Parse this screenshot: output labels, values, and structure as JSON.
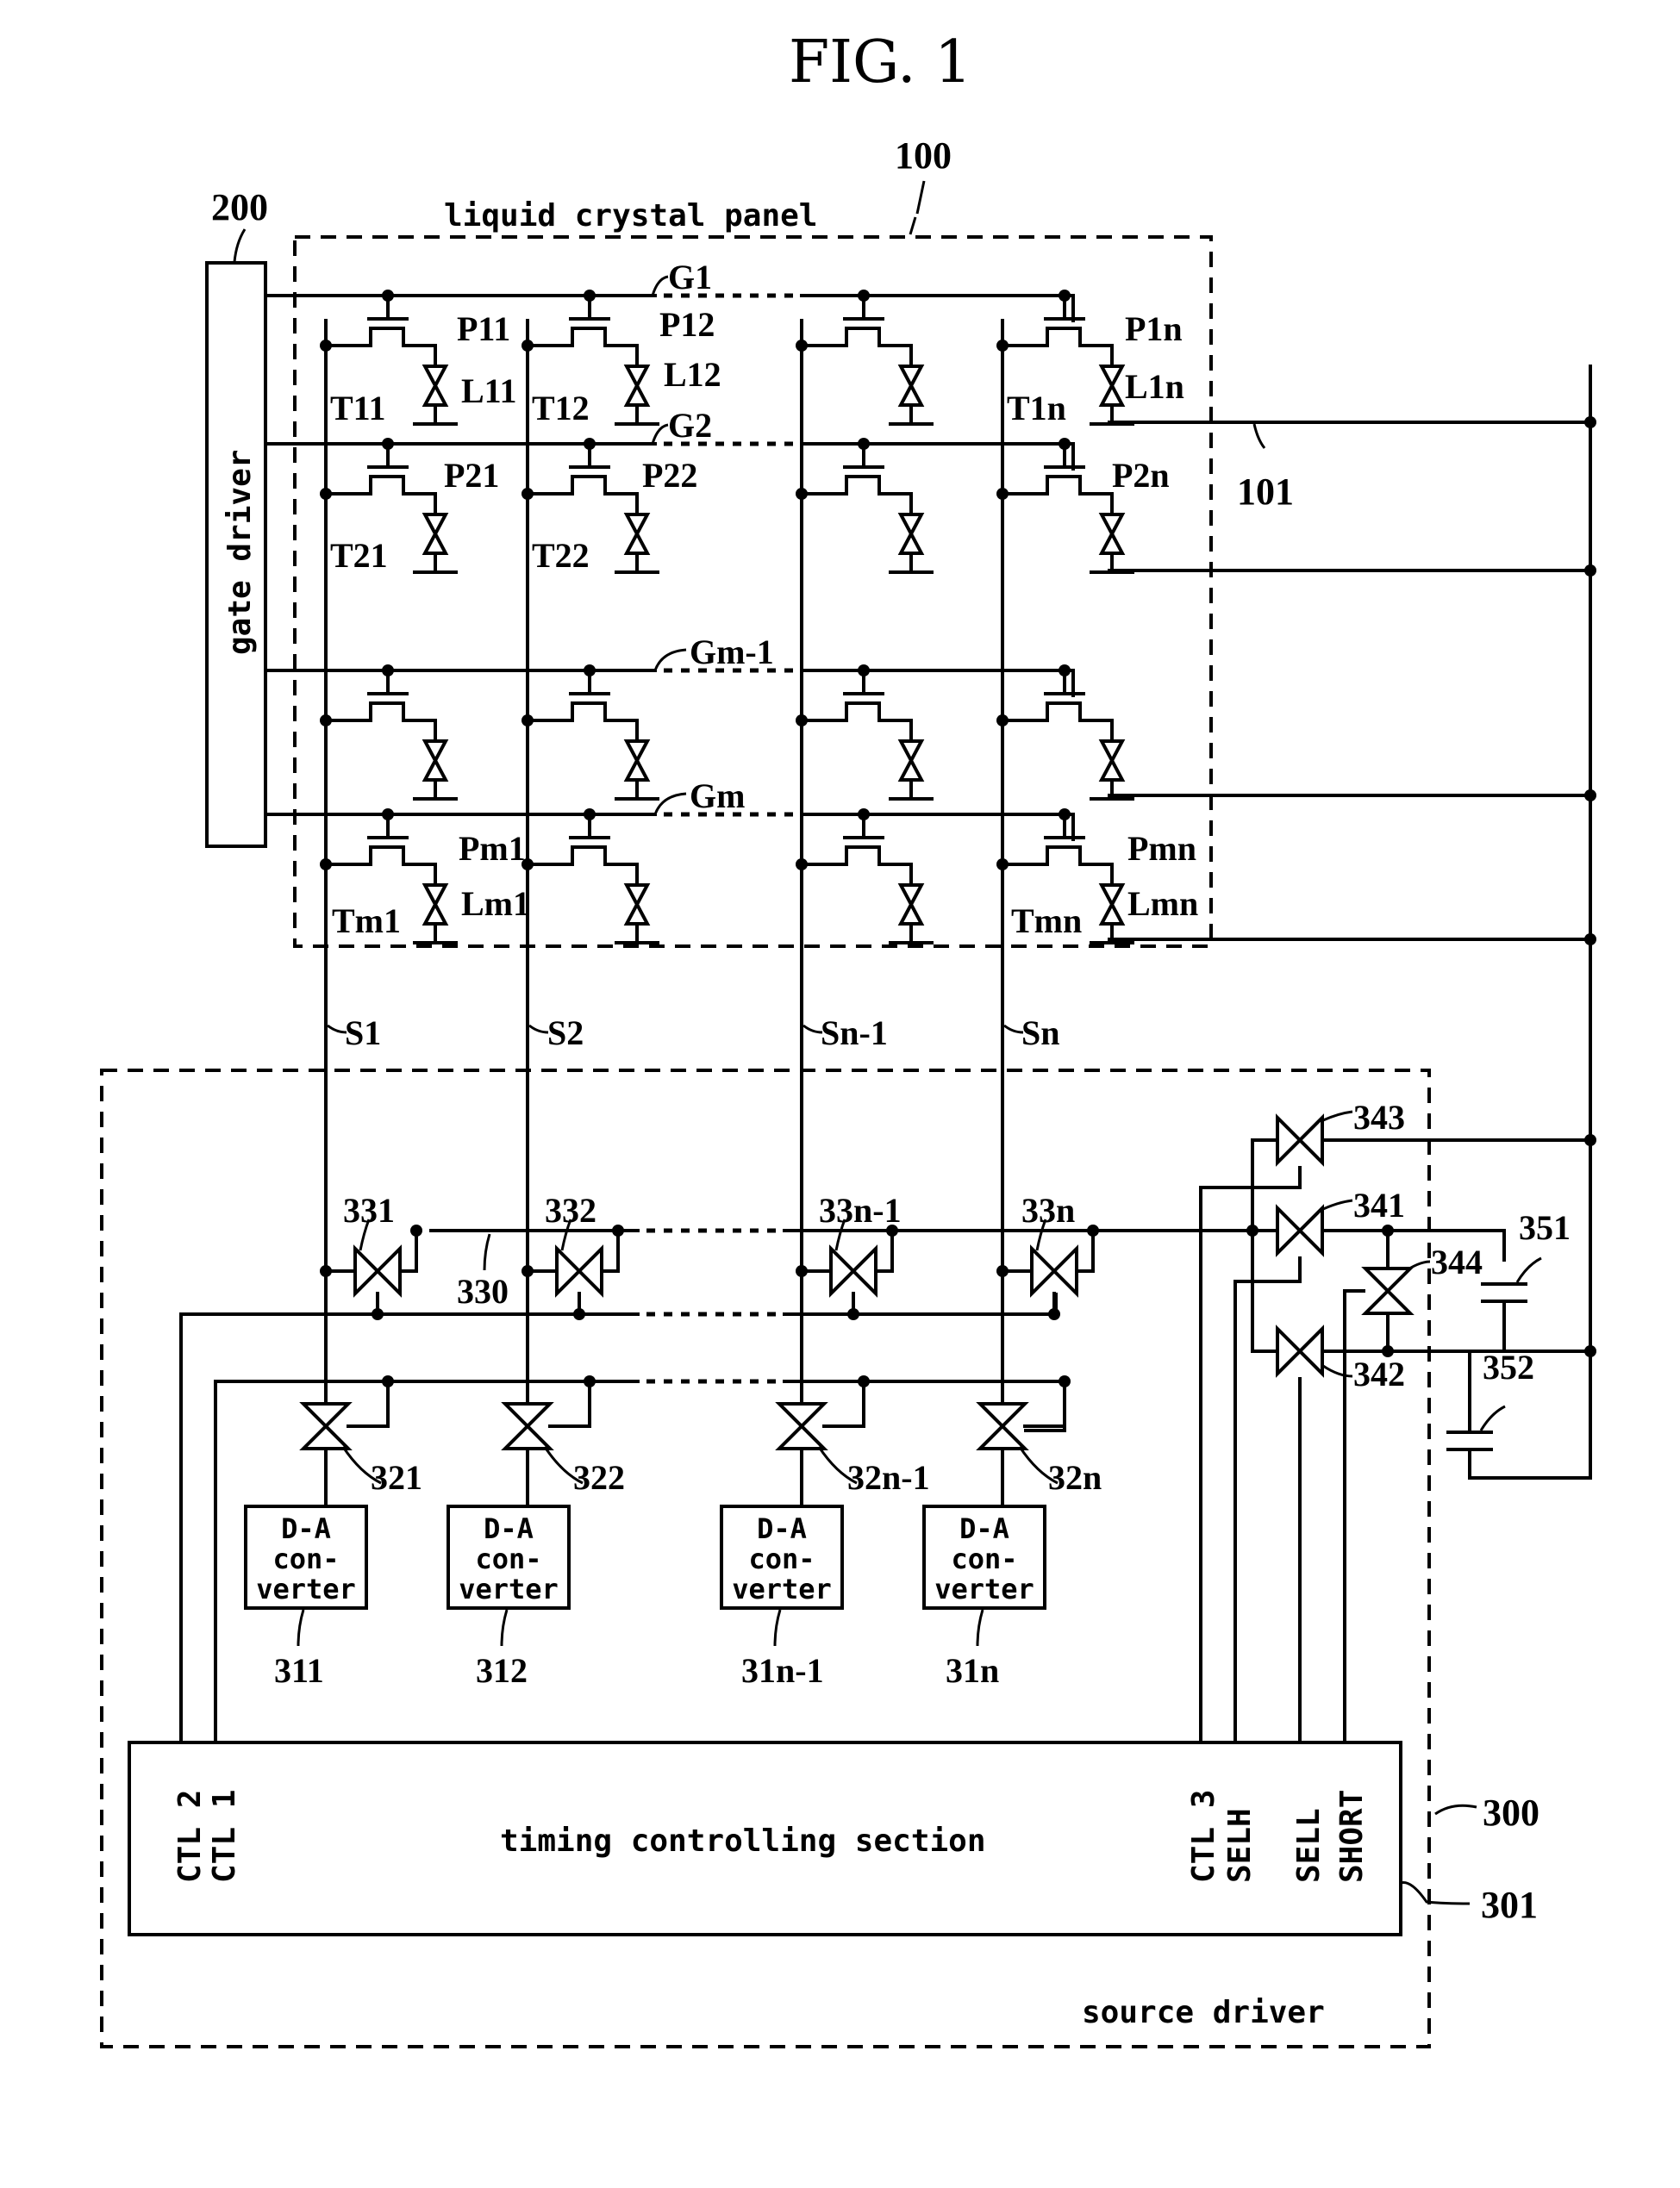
{
  "figure": {
    "title": "FIG. 1"
  },
  "panel": {
    "ref": "100",
    "label": "liquid crystal panel",
    "common_line_ref": "101",
    "gate_lines": [
      "G1",
      "G2",
      "Gm-1",
      "Gm"
    ],
    "source_lines": [
      "S1",
      "S2",
      "Sn-1",
      "Sn"
    ],
    "pixels": [
      {
        "p": "P11",
        "t": "T11",
        "l": "L11"
      },
      {
        "p": "P12",
        "t": "T12",
        "l": "L12"
      },
      {
        "p": "P1n",
        "t": "T1n",
        "l": "L1n"
      },
      {
        "p": "P21",
        "t": "T21"
      },
      {
        "p": "P22",
        "t": "T22"
      },
      {
        "p": "P2n"
      },
      {
        "p": "Pm1",
        "t": "Tm1",
        "l": "Lm1"
      },
      {
        "p": "Pmn",
        "t": "Tmn",
        "l": "Lmn"
      }
    ]
  },
  "gate_driver": {
    "ref": "200",
    "label": "gate driver"
  },
  "source_driver": {
    "ref": "300",
    "label": "source driver",
    "short_line_ref": "330",
    "short_switches": [
      "331",
      "332",
      "33n-1",
      "33n"
    ],
    "output_switches": [
      "321",
      "322",
      "32n-1",
      "32n"
    ],
    "converters": [
      {
        "ref": "311",
        "line1": "D-A",
        "line2": "con-",
        "line3": "verter"
      },
      {
        "ref": "312",
        "line1": "D-A",
        "line2": "con-",
        "line3": "verter"
      },
      {
        "ref": "31n-1",
        "line1": "D-A",
        "line2": "con-",
        "line3": "verter"
      },
      {
        "ref": "31n",
        "line1": "D-A",
        "line2": "con-",
        "line3": "verter"
      }
    ],
    "select_switches": [
      "343",
      "341",
      "342",
      "344"
    ],
    "capacitors": [
      "351",
      "352"
    ]
  },
  "timing": {
    "ref": "301",
    "label": "timing controlling section",
    "signals_left": [
      "CTL 2",
      "CTL 1"
    ],
    "signals_right": [
      "CTL 3",
      "SELH",
      "SELL",
      "SHORT"
    ]
  }
}
